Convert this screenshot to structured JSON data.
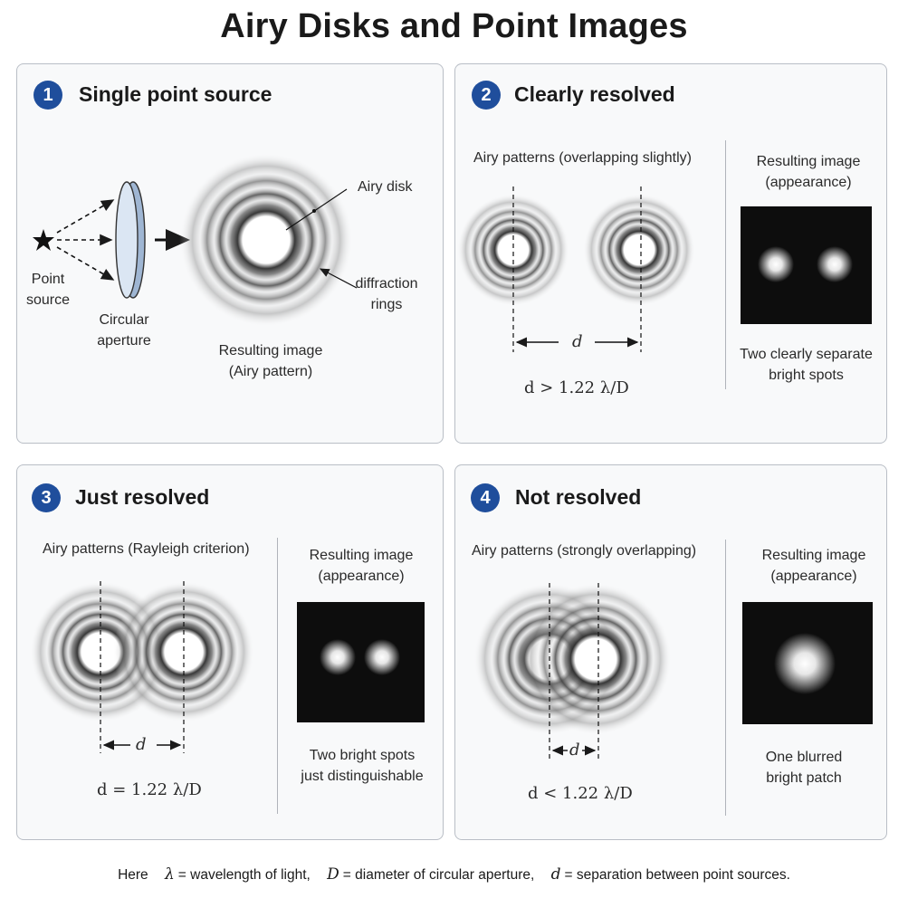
{
  "title": "Airy Disks and Point Images",
  "panels": [
    {
      "number": "1",
      "title": "Single point source",
      "labels": {
        "point_source": [
          "Point",
          "source"
        ],
        "aperture": [
          "Circular",
          "aperture"
        ],
        "airy_disk": "Airy disk",
        "diffraction_rings": [
          "diffraction",
          "rings"
        ],
        "result": [
          "Resulting image",
          "(Airy pattern)"
        ]
      }
    },
    {
      "number": "2",
      "title": "Clearly resolved",
      "pattern_caption": "Airy patterns (overlapping slightly)",
      "separation_label": "d",
      "formula": "d > 1.22 λ/D",
      "result_caption": [
        "Resulting image",
        "(appearance)"
      ],
      "description": [
        "Two clearly separate",
        "bright spots"
      ]
    },
    {
      "number": "3",
      "title": "Just resolved",
      "pattern_caption": "Airy patterns (Rayleigh criterion)",
      "separation_label": "d",
      "formula": "d = 1.22 λ/D",
      "result_caption": [
        "Resulting image",
        "(appearance)"
      ],
      "description": [
        "Two bright spots",
        "just distinguishable"
      ]
    },
    {
      "number": "4",
      "title": "Not resolved",
      "pattern_caption": "Airy patterns (strongly overlapping)",
      "separation_label": "d",
      "formula": "d < 1.22 λ/D",
      "result_caption": [
        "Resulting image",
        "(appearance)"
      ],
      "description": [
        "One blurred",
        "bright patch"
      ]
    }
  ],
  "footnote": {
    "lead": "Here",
    "lambda_sym": "λ",
    "lambda_def": "= wavelength of light,",
    "D_sym": "D",
    "D_def": "= diameter of circular aperture,",
    "d_sym": "d",
    "d_def": "= separation between point sources."
  },
  "colors": {
    "badge": "#1f4e9c",
    "panel_border": "#b9bec6",
    "ring_dark": "#3a3a3a",
    "image_bg": "#0d0d0d"
  }
}
